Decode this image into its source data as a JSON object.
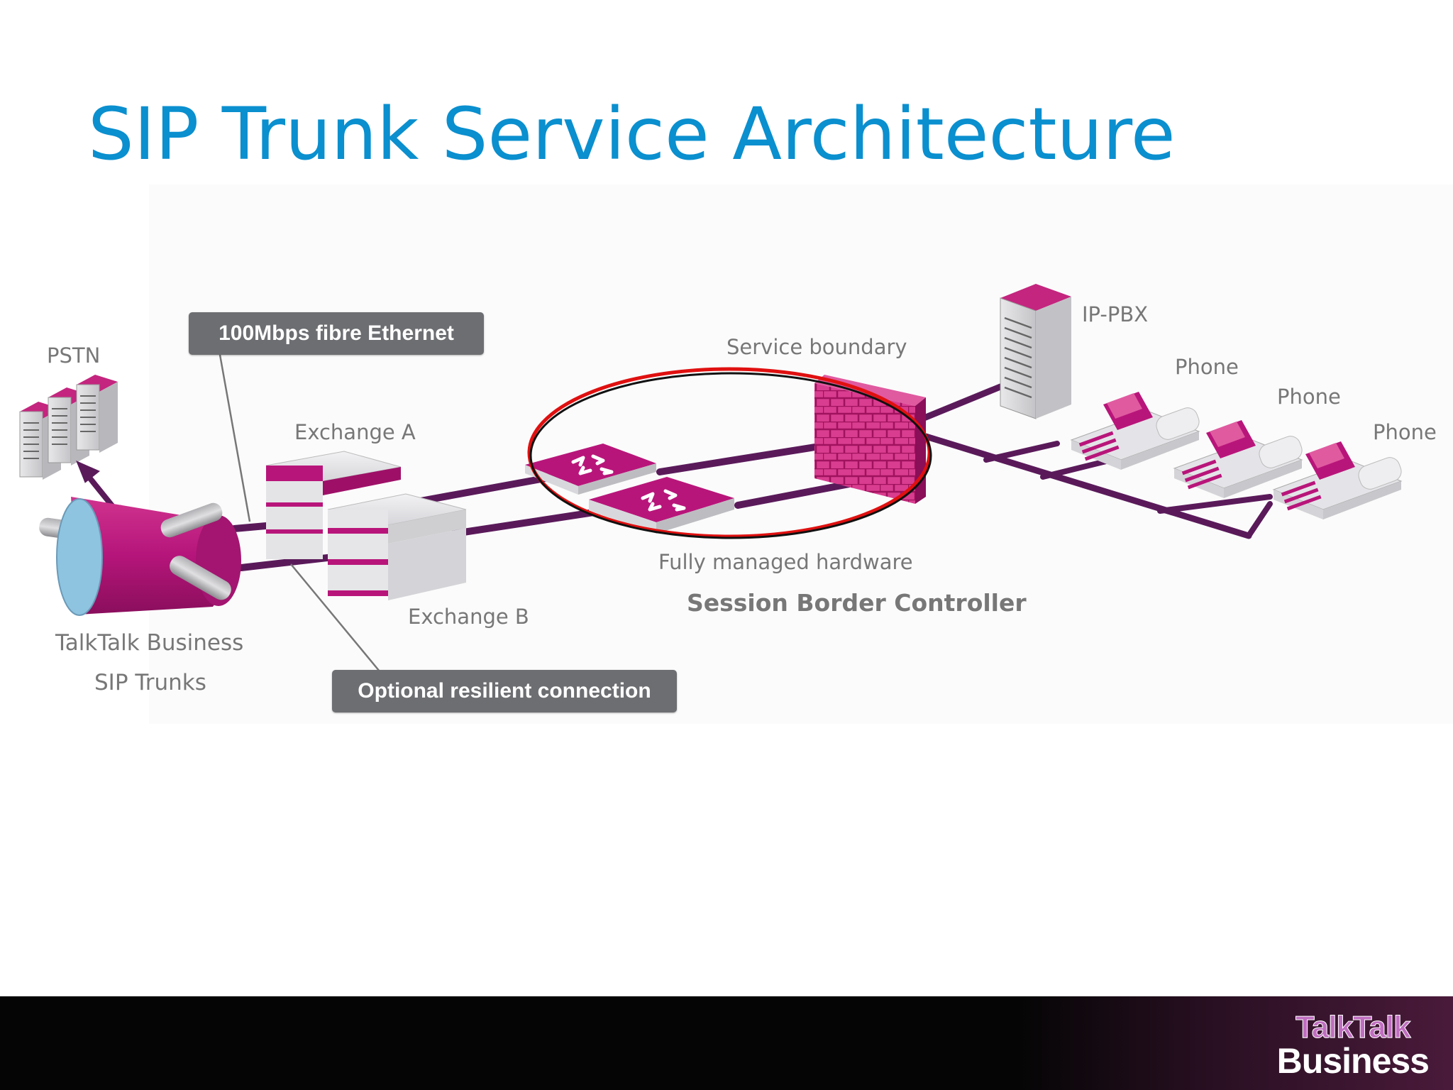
{
  "title": "SIP Trunk Service Architecture",
  "labels": {
    "pstn": "PSTN",
    "exchange_a": "Exchange A",
    "exchange_b": "Exchange B",
    "service_boundary": "Service boundary",
    "ip_pbx": "IP-PBX",
    "phone_1": "Phone",
    "phone_2": "Phone",
    "phone_3": "Phone",
    "fully_managed": "Fully managed hardware",
    "sip_trunks_line1": "TalkTalk Business",
    "sip_trunks_line2": "SIP Trunks",
    "session_border_controller": "Session Border Controller"
  },
  "callouts": {
    "fibre": "100Mbps fibre Ethernet",
    "resilient": "Optional resilient connection"
  },
  "logo": {
    "top": "TalkTalk",
    "bottom": "Business"
  },
  "colors": {
    "title": "#0a8fcf",
    "magenta": "#b8157a",
    "line": "#5a1a5a",
    "highlight_ellipse": "#e01010"
  }
}
